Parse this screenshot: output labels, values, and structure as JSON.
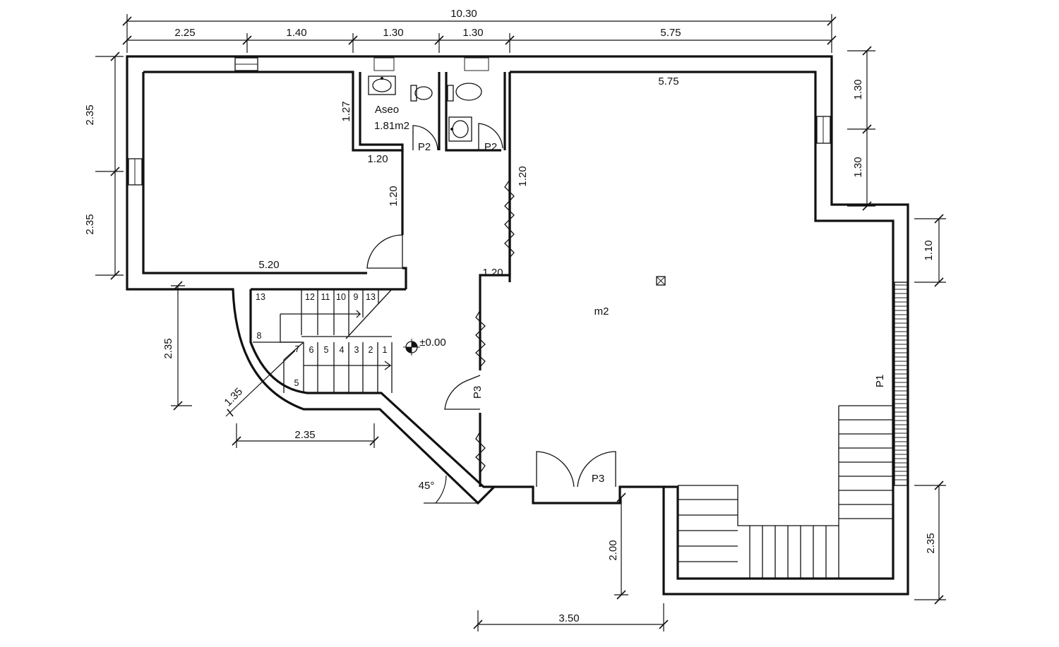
{
  "dimensions": {
    "top_overall": "10.30",
    "top_segments": [
      "2.25",
      "1.40",
      "1.30",
      "1.30",
      "5.75"
    ],
    "left_upper": "2.35",
    "left_lower": "2.35",
    "right_top": "1.30",
    "right_second": "1.30",
    "right_third": "1.10",
    "right_bottom": "2.35",
    "stair_left": "2.35",
    "stair_diag": "1.35",
    "stair_bottom": "2.35",
    "bottom_entry": "3.50",
    "entry_left": "2.00"
  },
  "interior_dims": {
    "main_room_top": "5.75",
    "left_room_bottom": "5.20",
    "bath_height": "1.27",
    "bath_step_width": "1.20",
    "corridor_left": "1.20",
    "corridor_right": "1.20",
    "corridor_step": "1.20"
  },
  "labels": {
    "bath_name": "Aseo",
    "bath_area": "1.81m2",
    "door_p2_left": "P2",
    "door_p2_right": "P2",
    "door_p3_side": "P3",
    "door_p3_entry": "P3",
    "window_p1": "P1",
    "main_room": "m2",
    "level": "±0.00",
    "angle": "45°"
  },
  "stair_numbers": {
    "upper_row": [
      "13",
      "12",
      "11",
      "10",
      "9",
      "13"
    ],
    "landing": "8",
    "lower_row": [
      "7",
      "6",
      "5",
      "4",
      "3",
      "2",
      "1"
    ],
    "curve": "5"
  }
}
